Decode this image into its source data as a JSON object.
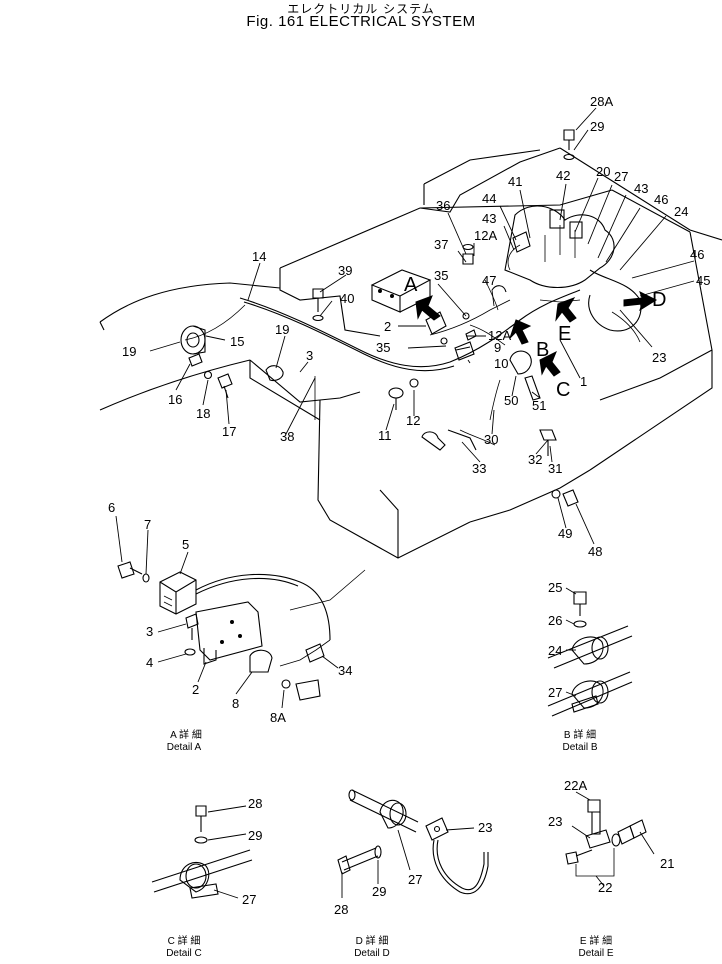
{
  "title": {
    "japanese": "エレクトリカル システム",
    "english": "Fig. 161  ELECTRICAL  SYSTEM"
  },
  "main_view": {
    "part_labels": [
      "28A",
      "29",
      "20",
      "27",
      "43",
      "46",
      "24",
      "42",
      "41",
      "44",
      "43",
      "36",
      "12A",
      "37",
      "39",
      "40",
      "14",
      "35",
      "47",
      "46",
      "45",
      "19",
      "15",
      "2",
      "A",
      "12A",
      "9",
      "10",
      "E",
      "B",
      "C",
      "D",
      "23",
      "1",
      "50",
      "51",
      "35",
      "3",
      "19",
      "16",
      "18",
      "17",
      "38",
      "11",
      "12",
      "30",
      "32",
      "31",
      "33",
      "49",
      "48"
    ]
  },
  "detail_a": {
    "part_labels": [
      "6",
      "7",
      "5",
      "3",
      "4",
      "2",
      "8",
      "8A",
      "34"
    ],
    "caption_jp": "A 詳 細",
    "caption_en": "Detail A"
  },
  "detail_b": {
    "part_labels": [
      "25",
      "26",
      "24",
      "27"
    ],
    "caption_jp": "B 詳 細",
    "caption_en": "Detail B"
  },
  "detail_c": {
    "part_labels": [
      "28",
      "29",
      "27"
    ],
    "caption_jp": "C 詳 細",
    "caption_en": "Detail C"
  },
  "detail_d": {
    "part_labels": [
      "23",
      "27",
      "28",
      "29"
    ],
    "caption_jp": "D 詳 細",
    "caption_en": "Detail D"
  },
  "detail_e": {
    "part_labels": [
      "22A",
      "23",
      "21",
      "22"
    ],
    "caption_jp": "E 詳 細",
    "caption_en": "Detail E"
  }
}
